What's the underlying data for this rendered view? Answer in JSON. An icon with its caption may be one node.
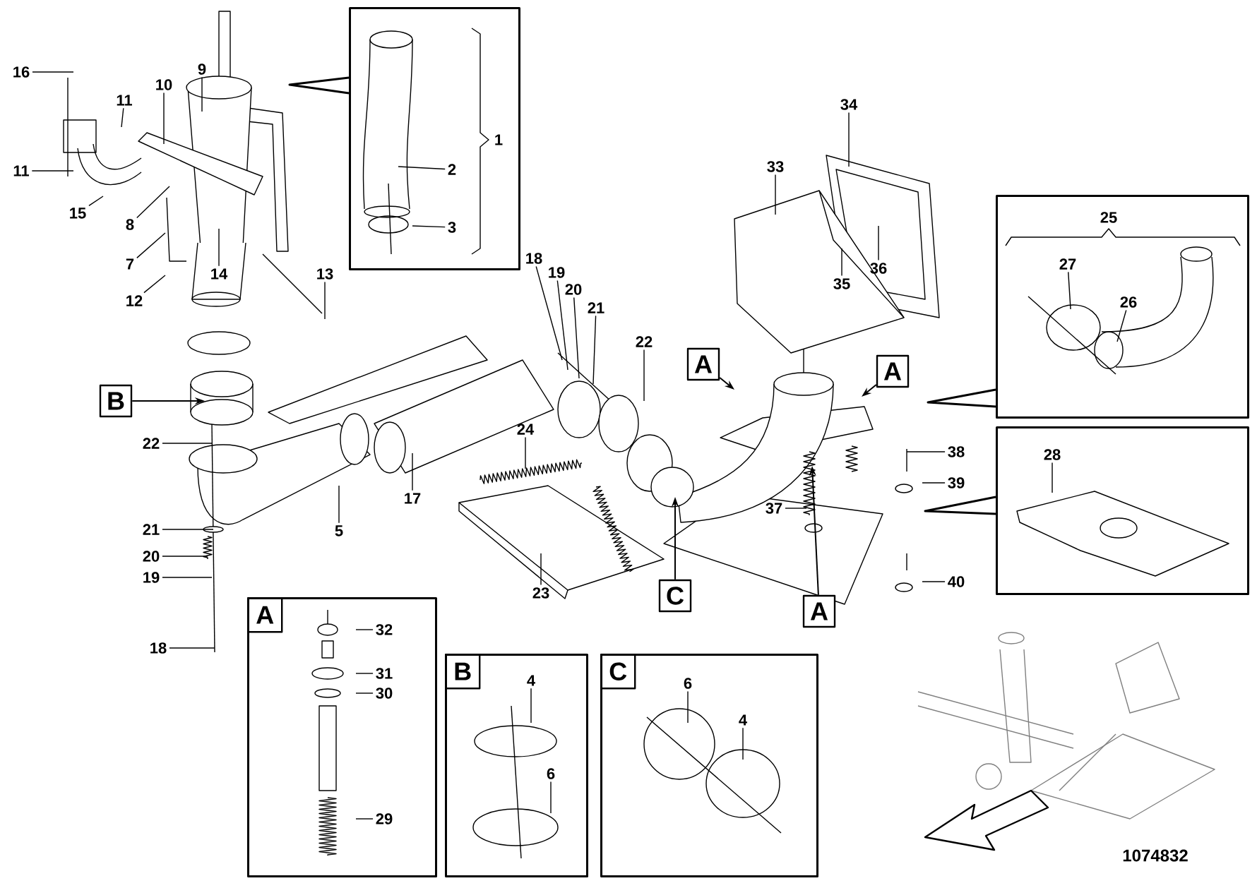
{
  "diagram": {
    "nodes": [
      {
        "text": [],
        "shape": "box"
      },
      {
        "text": [
          "1"
        ],
        "in": 0
      },
      {
        "text": [
          "2"
        ],
        "in": 0
      },
      {
        "text": [
          "3"
        ],
        "in": 0
      },
      {
        "text": [
          "16"
        ]
      },
      {
        "text": [
          "9"
        ]
      },
      {
        "text": [
          "10"
        ]
      },
      {
        "text": [
          "11"
        ]
      },
      {
        "text": [
          "11"
        ]
      },
      {
        "text": [
          "15"
        ]
      },
      {
        "text": [
          "8"
        ]
      },
      {
        "text": [
          "7"
        ]
      },
      {
        "text": [
          "12"
        ]
      },
      {
        "text": [
          "14"
        ]
      },
      {
        "text": [
          "13"
        ]
      },
      {
        "text": [
          "18"
        ]
      },
      {
        "text": [
          "19"
        ]
      },
      {
        "text": [
          "20"
        ]
      },
      {
        "text": [
          "21"
        ]
      },
      {
        "text": [
          "22"
        ]
      },
      {
        "text": [
          "34"
        ]
      },
      {
        "text": [
          "33"
        ]
      },
      {
        "text": [
          "36"
        ]
      },
      {
        "text": [
          "35"
        ]
      },
      {
        "text": [],
        "shape": "box"
      },
      {
        "text": [
          "25"
        ],
        "in": 24
      },
      {
        "text": [
          "27"
        ],
        "in": 24
      },
      {
        "text": [
          "26"
        ],
        "in": 24
      },
      {
        "text": [
          "B"
        ]
      },
      {
        "text": [
          "A"
        ]
      },
      {
        "text": [
          "A"
        ]
      },
      {
        "text": [
          "22"
        ]
      },
      {
        "text": [
          "24"
        ]
      },
      {
        "text": [
          "17"
        ]
      },
      {
        "text": [
          "5"
        ]
      },
      {
        "text": [
          "23"
        ]
      },
      {
        "text": [
          "38"
        ]
      },
      {
        "text": [
          "39"
        ]
      },
      {
        "text": [
          "37"
        ]
      },
      {
        "text": [],
        "shape": "box"
      },
      {
        "text": [
          "28"
        ],
        "in": 39
      },
      {
        "text": [
          "21"
        ]
      },
      {
        "text": [
          "20"
        ]
      },
      {
        "text": [
          "19"
        ]
      },
      {
        "text": [
          "C"
        ]
      },
      {
        "text": [
          "A"
        ]
      },
      {
        "text": [
          "40"
        ]
      },
      {
        "text": [
          "18"
        ]
      },
      {
        "text": [
          "A"
        ]
      },
      {
        "text": [
          "32"
        ],
        "in": 48
      },
      {
        "text": [
          "31"
        ],
        "in": 48
      },
      {
        "text": [
          "30"
        ],
        "in": 48
      },
      {
        "text": [
          "29"
        ],
        "in": 48
      },
      {
        "text": [
          "B"
        ]
      },
      {
        "text": [
          "4"
        ],
        "in": 53
      },
      {
        "text": [
          "6"
        ],
        "in": 53
      },
      {
        "text": [
          "C"
        ]
      },
      {
        "text": [
          "6"
        ],
        "in": 56
      },
      {
        "text": [
          "4"
        ],
        "in": 56
      },
      {
        "text": [],
        "shape": "picture"
      },
      {
        "text": [],
        "shape": "picture"
      },
      {
        "text": [],
        "shape": "picture"
      },
      {
        "text": [],
        "shape": "picture"
      }
    ],
    "edges": [
      {
        "from": 0,
        "to": null,
        "arrow": "to"
      },
      {
        "from": 2,
        "to": null,
        "arrow": "none"
      },
      {
        "from": 3,
        "to": null,
        "arrow": "none"
      },
      {
        "from": 4,
        "to": null,
        "arrow": "none"
      },
      {
        "from": 5,
        "to": null,
        "arrow": "none"
      },
      {
        "from": 6,
        "to": null,
        "arrow": "none"
      },
      {
        "from": 7,
        "to": null,
        "arrow": "none"
      },
      {
        "from": 8,
        "to": null,
        "arrow": "none"
      },
      {
        "from": 9,
        "to": null,
        "arrow": "none"
      },
      {
        "from": 10,
        "to": null,
        "arrow": "none"
      },
      {
        "from": 11,
        "to": null,
        "arrow": "none"
      },
      {
        "from": 12,
        "to": null,
        "arrow": "none"
      },
      {
        "from": 13,
        "to": null,
        "arrow": "none"
      },
      {
        "from": 14,
        "to": null,
        "arrow": "none"
      },
      {
        "from": 15,
        "to": 62,
        "arrow": "none"
      },
      {
        "from": 16,
        "to": 62,
        "arrow": "none"
      },
      {
        "from": 17,
        "to": 62,
        "arrow": "none"
      },
      {
        "from": 18,
        "to": 62,
        "arrow": "none"
      },
      {
        "from": 19,
        "to": 62,
        "arrow": "none"
      },
      {
        "from": 20,
        "to": null,
        "arrow": "none"
      },
      {
        "from": 21,
        "to": null,
        "arrow": "none"
      },
      {
        "from": 22,
        "to": null,
        "arrow": "none"
      },
      {
        "from": 23,
        "to": null,
        "arrow": "none"
      },
      {
        "from": 24,
        "to": null,
        "arrow": "to"
      },
      {
        "from": 26,
        "to": null,
        "arrow": "none"
      },
      {
        "from": 27,
        "to": null,
        "arrow": "none"
      },
      {
        "from": 28,
        "to": 60,
        "arrow": "to"
      },
      {
        "from": 29,
        "to": null,
        "arrow": "to"
      },
      {
        "from": 30,
        "to": null,
        "arrow": "to"
      },
      {
        "from": 31,
        "to": 59,
        "arrow": "none"
      },
      {
        "from": 32,
        "to": 61,
        "arrow": "none"
      },
      {
        "from": 33,
        "to": null,
        "arrow": "none"
      },
      {
        "from": 34,
        "to": null,
        "arrow": "none"
      },
      {
        "from": 35,
        "to": null,
        "arrow": "none"
      },
      {
        "from": 36,
        "to": null,
        "arrow": "none"
      },
      {
        "from": 37,
        "to": null,
        "arrow": "none"
      },
      {
        "from": 38,
        "to": null,
        "arrow": "none"
      },
      {
        "from": 39,
        "to": null,
        "arrow": "to"
      },
      {
        "from": 40,
        "to": null,
        "arrow": "none"
      },
      {
        "from": 41,
        "to": 59,
        "arrow": "none"
      },
      {
        "from": 42,
        "to": 59,
        "arrow": "none"
      },
      {
        "from": 43,
        "to": 59,
        "arrow": "none"
      },
      {
        "from": 44,
        "to": 62,
        "arrow": "to"
      },
      {
        "from": 45,
        "to": null,
        "arrow": "to"
      },
      {
        "from": 46,
        "to": null,
        "arrow": "none"
      },
      {
        "from": 47,
        "to": 59,
        "arrow": "none"
      },
      {
        "from": 49,
        "to": null,
        "arrow": "none"
      },
      {
        "from": 50,
        "to": null,
        "arrow": "none"
      },
      {
        "from": 51,
        "to": null,
        "arrow": "none"
      },
      {
        "from": 52,
        "to": null,
        "arrow": "none"
      },
      {
        "from": 54,
        "to": null,
        "arrow": "none"
      },
      {
        "from": 55,
        "to": null,
        "arrow": "none"
      },
      {
        "from": 57,
        "to": null,
        "arrow": "none"
      },
      {
        "from": 58,
        "to": null,
        "arrow": "none"
      }
    ],
    "labels": [
      "1074832"
    ]
  }
}
